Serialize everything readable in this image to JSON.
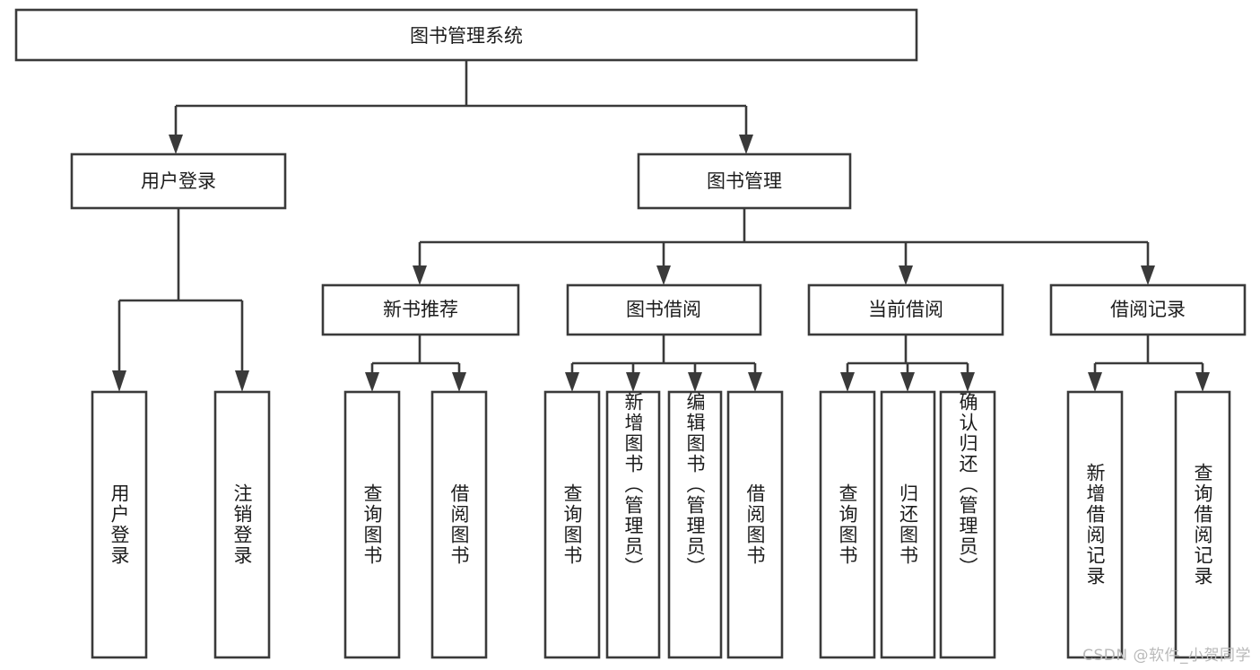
{
  "diagram": {
    "title": "图书管理系统",
    "type": "tree-hierarchy",
    "watermark": "CSDN @软件_小贺同学",
    "colors": {
      "stroke": "#3a3a3a",
      "box_fill": "#ffffff",
      "text": "#1c1c1c",
      "background": "#ffffff",
      "watermark": "#b9b9b9"
    },
    "root": {
      "label": "图书管理系统"
    },
    "level2": [
      {
        "label": "用户登录"
      },
      {
        "label": "图书管理"
      }
    ],
    "level3": [
      {
        "label": "新书推荐"
      },
      {
        "label": "图书借阅"
      },
      {
        "label": "当前借阅"
      },
      {
        "label": "借阅记录"
      }
    ],
    "leaves": {
      "user_login": [
        {
          "label": "用户登录"
        },
        {
          "label": "注销登录"
        }
      ],
      "new_book": [
        {
          "label": "查询图书"
        },
        {
          "label": "借阅图书"
        }
      ],
      "borrow_book": [
        {
          "label": "查询图书"
        },
        {
          "label": "新增图书（管理员）"
        },
        {
          "label": "编辑图书（管理员）"
        },
        {
          "label": "借阅图书"
        }
      ],
      "current_borrow": [
        {
          "label": "查询图书"
        },
        {
          "label": "归还图书"
        },
        {
          "label": "确认归还（管理员）"
        }
      ],
      "borrow_record": [
        {
          "label": "新增借阅记录"
        },
        {
          "label": "查询借阅记录"
        }
      ]
    }
  }
}
